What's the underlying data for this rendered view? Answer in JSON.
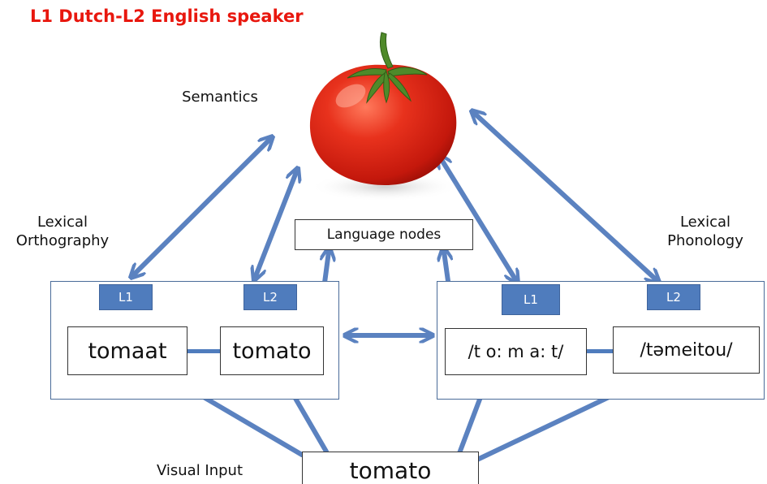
{
  "title": "L1 Dutch-L2 English speaker",
  "labels": {
    "semantics": "Semantics",
    "lexical_orthography": "Lexical\nOrthography",
    "lexical_phonology": "Lexical\nPhonology",
    "visual_input": "Visual Input",
    "language_nodes": "Language nodes"
  },
  "orthography": {
    "tags": [
      "L1",
      "L2"
    ],
    "words": [
      "tomaat",
      "tomato"
    ]
  },
  "phonology": {
    "tags": [
      "L1",
      "L2"
    ],
    "words": [
      "/t o: m a: t/",
      "/təmeitou/"
    ]
  },
  "input_word": "tomato",
  "semantic_image_icon": "tomato-icon",
  "colors": {
    "title": "#e8170e",
    "arrow": "#5b82c0",
    "tag_fill": "#4f7cbd",
    "tomato": "#e02a1c"
  }
}
